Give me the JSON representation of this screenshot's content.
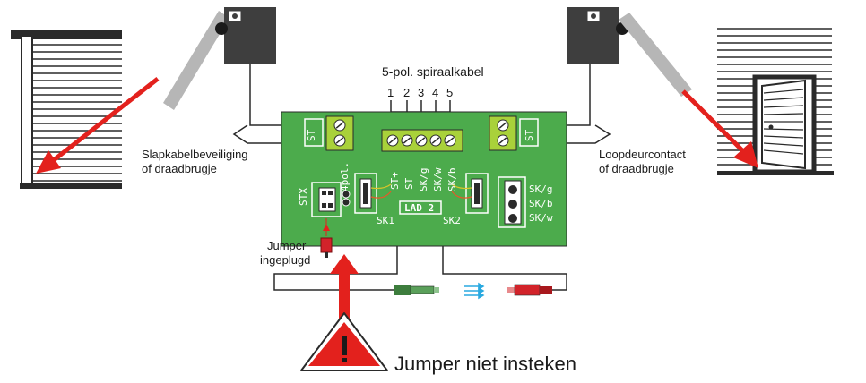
{
  "cable_title": "5-pol. spiraalkabel",
  "terminal_numbers": [
    "1",
    "2",
    "3",
    "4",
    "5"
  ],
  "left_label": [
    "Slapkabelbeveiliging",
    "of draadbrugje"
  ],
  "right_label": [
    "Loopdeurcontact",
    "of draadbrugje"
  ],
  "jumper_label": [
    "Jumper",
    "ingeplugd"
  ],
  "warning_text": "Jumper niet insteken",
  "board": {
    "st_left": "ST",
    "st_right": "ST",
    "stx": "STX",
    "four_pol": "4pol.",
    "pins": [
      "ST+",
      "ST",
      "SK/g",
      "SK/w",
      "SK/b"
    ],
    "lad": "LAD 2",
    "sk1": "SK1",
    "sk2": "SK2",
    "right_pins": [
      "SK/g",
      "SK/b",
      "SK/w"
    ]
  },
  "colors": {
    "board": "#4cab4c",
    "terminal": "#a9d13a",
    "arrow": "#e3211d",
    "device": "#3e3e3e",
    "plug_green": "#5aa05a",
    "plug_red": "#d2232a",
    "flow_arrows": "#29a9e0"
  }
}
